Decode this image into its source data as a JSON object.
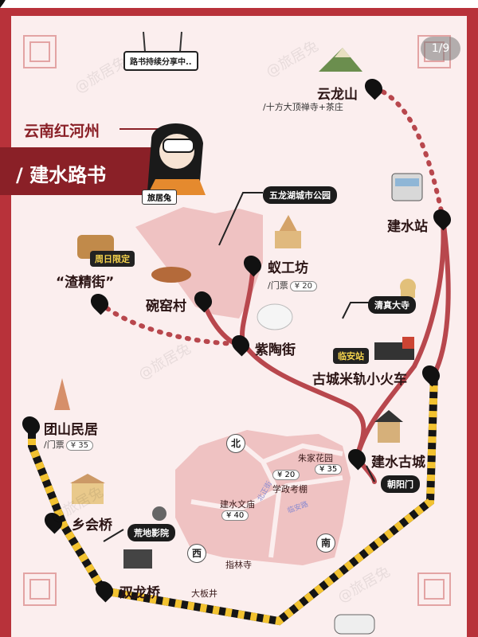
{
  "page_counter": "1/9",
  "banner": "路书持续分享中..",
  "title": {
    "province": "云南红河州",
    "main": "/  建水路书"
  },
  "mascot": "旅居兔",
  "watermark": "@旅居兔",
  "colors": {
    "frame": "#b8323a",
    "route": "#b8474d",
    "rail_black": "#151515",
    "rail_yellow": "#f2c230",
    "bg": "#fbeeee",
    "city": "#efc2c2"
  },
  "places": {
    "yunlongshan": {
      "name": "云龙山",
      "sub": "/十方大顶禅寺+茶庄"
    },
    "wulonghu": {
      "name": "五龙湖城市公园"
    },
    "jianshui_station": {
      "name": "建水站"
    },
    "zhajingjie": {
      "name": "“渣精街”",
      "tag": "周日限定"
    },
    "wanyaocun": {
      "name": "碗窑村"
    },
    "yigongfang": {
      "name": "蚁工坊",
      "ticket": "/门票",
      "price": "¥ 20"
    },
    "qingzhen": {
      "name": "清真大寺"
    },
    "zitaojie": {
      "name": "紫陶街"
    },
    "linan_station": {
      "name": "临安站"
    },
    "train": {
      "name": "古城米轨小火车"
    },
    "tuanshan": {
      "name": "团山民居",
      "ticket": "/门票",
      "price": "¥ 35"
    },
    "gucheng": {
      "name": "建水古城"
    },
    "chaoyangmen": {
      "name": "朝阳门"
    },
    "xianghuiqiao": {
      "name": "乡会桥"
    },
    "huangdi": {
      "name": "荒地影院"
    },
    "shuanglongqiao": {
      "name": "双龙桥"
    }
  },
  "city": {
    "north": "北",
    "south": "南",
    "west": "西",
    "zhujia": {
      "name": "朱家花园",
      "price": "¥ 35"
    },
    "xuezheng": {
      "name": "学政考棚",
      "price": "¥ 20"
    },
    "wenmiao": {
      "name": "建水文庙",
      "price": "¥ 40"
    },
    "zhilin": {
      "name": "指林寺"
    },
    "dabanjing": {
      "name": "大板井"
    },
    "road1": "北正街",
    "road2": "临安路"
  }
}
